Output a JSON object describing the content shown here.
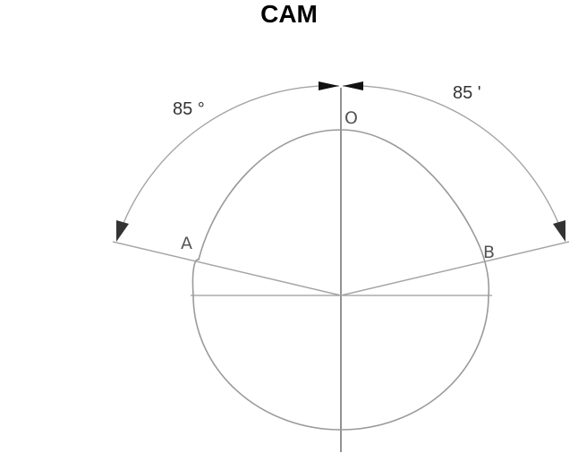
{
  "title": "CAM",
  "labels": {
    "top_point": "O",
    "left_point": "A",
    "right_point": "B",
    "left_angle": "85 °",
    "right_angle": "85 '"
  },
  "colors": {
    "line": "#9a9a9a",
    "axis": "#777777",
    "arrow": "#111111"
  }
}
